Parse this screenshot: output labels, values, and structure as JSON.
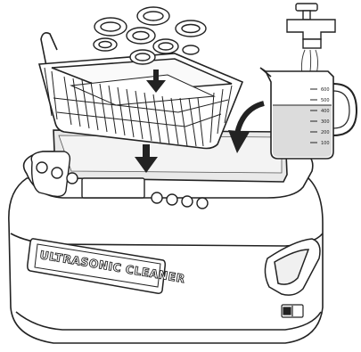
{
  "device": {
    "brand_label": "ULTRASONIC CLEANER"
  },
  "beaker": {
    "scale_marks": [
      "600",
      "500",
      "400",
      "300",
      "200",
      "100"
    ]
  },
  "icons": {
    "faucet": "faucet-icon",
    "water": "water-stream-icon",
    "arrow_down_basket": "arrow-down-icon",
    "arrow_down_tank": "arrow-down-icon",
    "arrow_pour": "curved-arrow-icon"
  },
  "colors": {
    "line": "#222222",
    "tank_fill": "#e9e9e9",
    "water": "#dcdcdc",
    "body_fill": "#ffffff"
  }
}
